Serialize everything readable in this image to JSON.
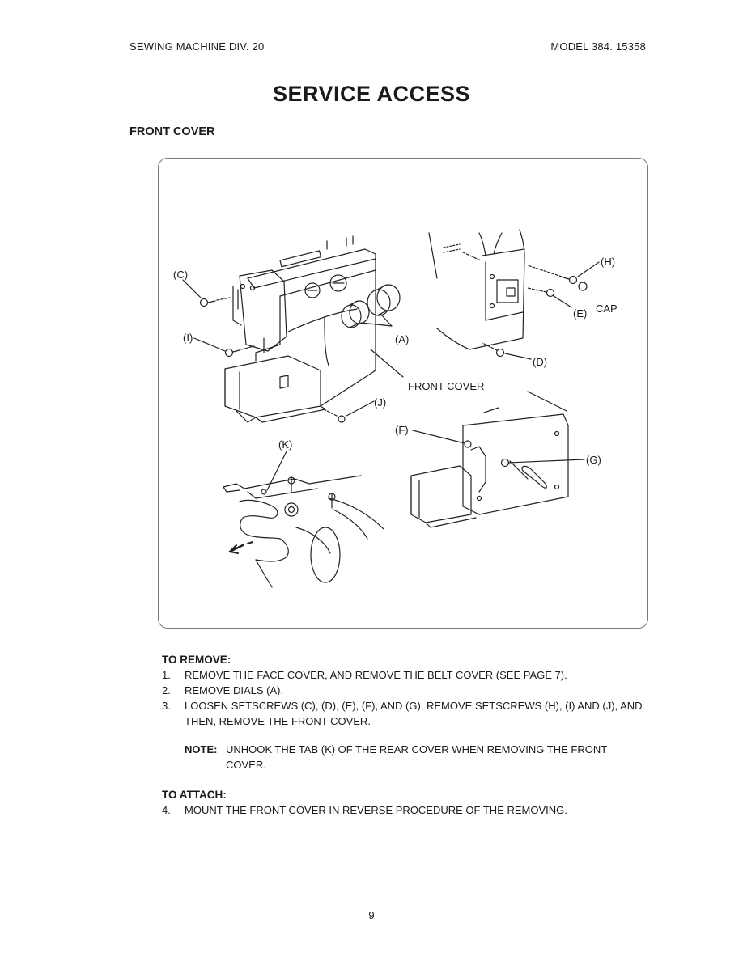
{
  "header": {
    "left": "SEWING MACHINE DIV. 20",
    "right": "MODEL 384. 15358"
  },
  "title": "SERVICE ACCESS",
  "section_title": "FRONT COVER",
  "figure": {
    "labels": {
      "c": "(C)",
      "i": "(I)",
      "a": "(A)",
      "front_cover": "FRONT COVER",
      "j": "(J)",
      "h": "(H)",
      "e": "(E)",
      "cap": "CAP",
      "d": "(D)",
      "f": "(F)",
      "g": "(G)",
      "k": "(K)"
    }
  },
  "to_remove": {
    "heading": "TO REMOVE:",
    "steps": [
      {
        "num": "1.",
        "text": "REMOVE THE FACE COVER, AND REMOVE THE BELT COVER (SEE PAGE 7)."
      },
      {
        "num": "2.",
        "text": "REMOVE DIALS (A)."
      },
      {
        "num": "3.",
        "text": "LOOSEN SETSCREWS (C), (D), (E), (F), AND (G), REMOVE SETSCREWS (H), (I) AND (J), AND THEN, REMOVE THE FRONT COVER."
      }
    ],
    "note_label": "NOTE:",
    "note_text": "UNHOOK THE TAB (K) OF THE REAR COVER WHEN REMOVING THE FRONT COVER."
  },
  "to_attach": {
    "heading": "TO ATTACH:",
    "steps": [
      {
        "num": "4.",
        "text": "MOUNT THE FRONT COVER IN REVERSE PROCEDURE OF THE REMOVING."
      }
    ]
  },
  "page_number": "9"
}
